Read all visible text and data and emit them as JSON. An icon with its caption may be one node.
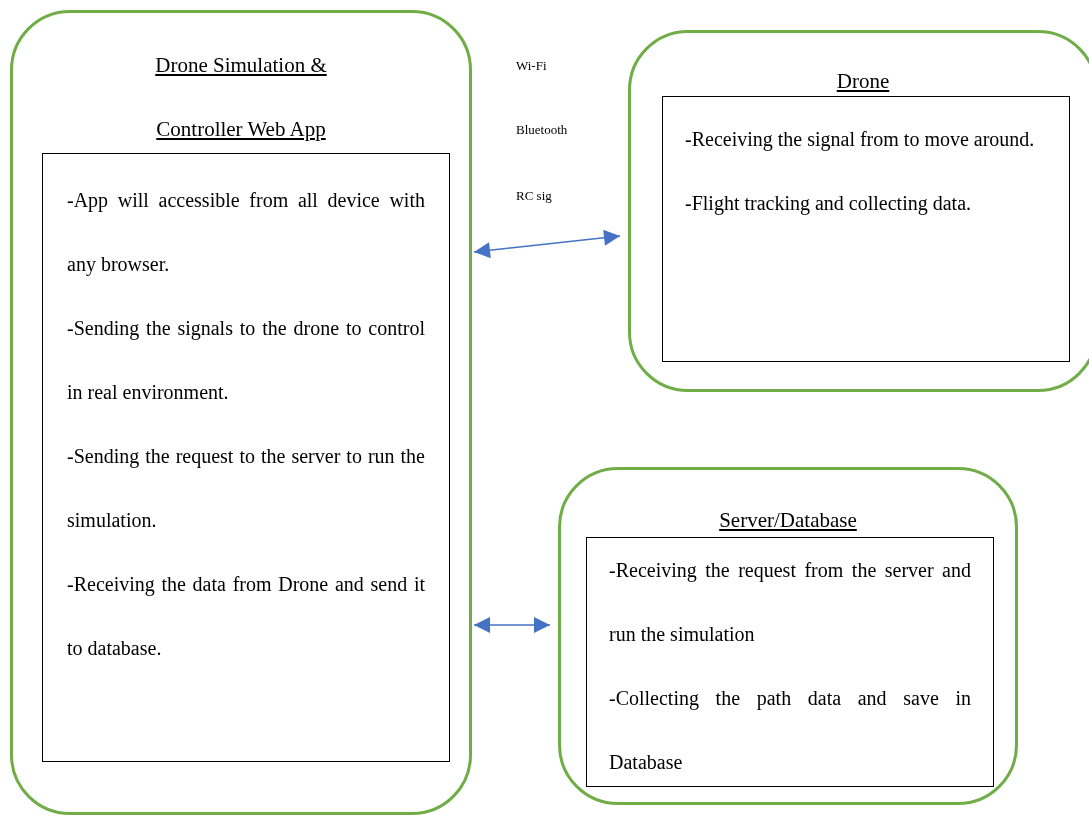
{
  "diagram": {
    "nodes": [
      {
        "text": [
          "Drone Simulation & Controller Web App"
        ]
      },
      {
        "text": [
          "-App will accessible from all device with any browser.",
          "-Sending the signals to the drone to control in real environment.",
          "-Sending the request to the server to run the simulation.",
          "-Receiving the data from Drone and send it to database."
        ],
        "in": 0
      },
      {
        "text": [
          "Drone"
        ]
      },
      {
        "text": [
          "-Receiving the signal from to move around.",
          "-Flight tracking and collecting data."
        ],
        "in": 2
      },
      {
        "text": [
          "Server/Database"
        ]
      },
      {
        "text": [
          "-Receiving the request from the server and run the simulation",
          "-Collecting the path data and save in Database"
        ],
        "in": 4
      }
    ],
    "edges": [
      {
        "from": 0,
        "to": 2,
        "arrow": "both"
      },
      {
        "from": 0,
        "to": 4,
        "arrow": "both"
      }
    ],
    "labels": [
      "Wi-Fi",
      "Bluetooth",
      "RC sig"
    ]
  }
}
